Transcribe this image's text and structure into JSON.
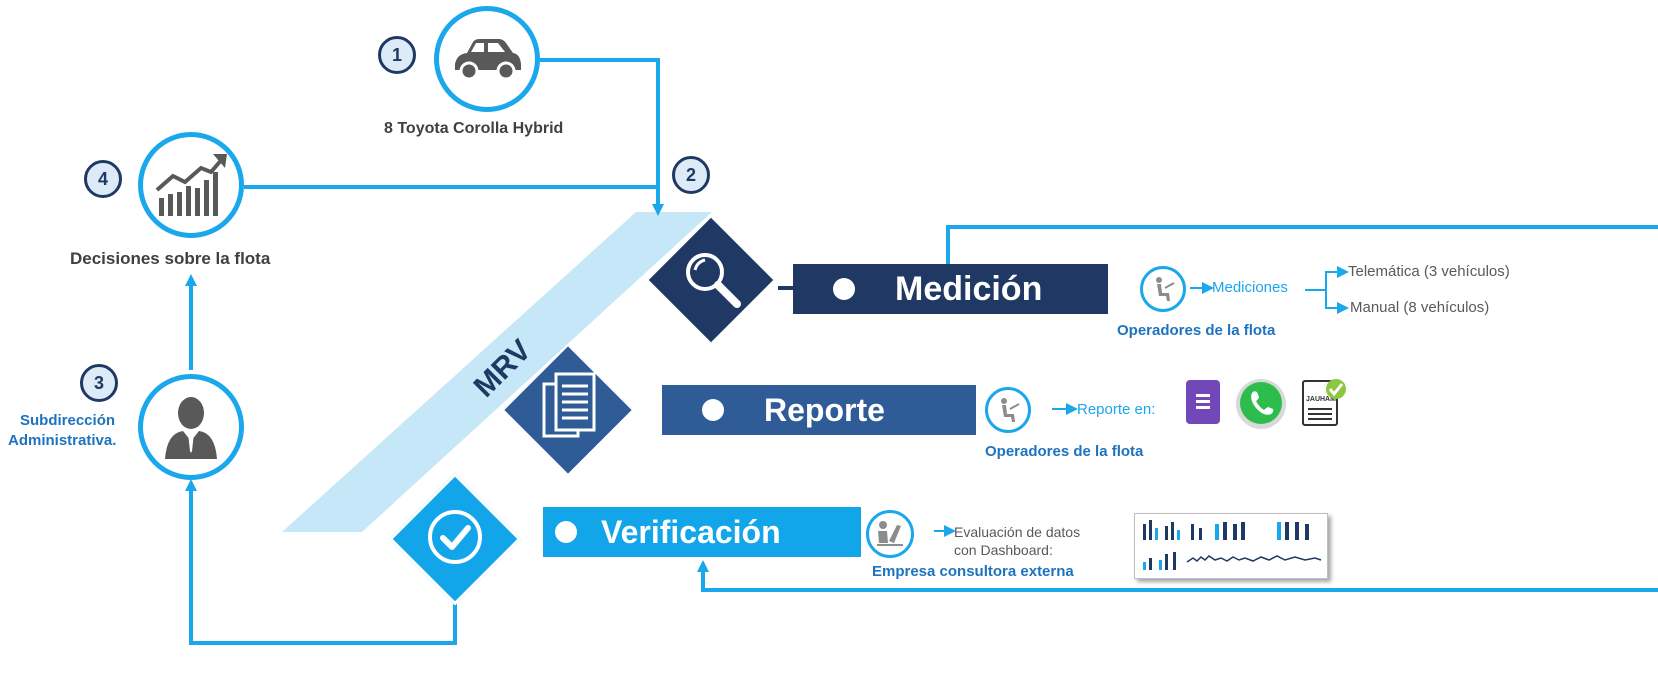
{
  "steps": {
    "step1": {
      "number": "1",
      "label": "8 Toyota Corolla Hybrid",
      "icon": "car-icon"
    },
    "step2": {
      "number": "2"
    },
    "step3": {
      "number": "3",
      "label_line1": "Subdirección",
      "label_line2": "Administrativa.",
      "icon": "person-icon"
    },
    "step4": {
      "number": "4",
      "label": "Decisiones sobre la flota",
      "icon": "growth-chart-icon"
    }
  },
  "mrv": {
    "label": "MRV"
  },
  "medicion": {
    "title": "Medición",
    "icon": "magnifier-icon",
    "operator_label": "Operadores de la flota",
    "mediciones": "Mediciones",
    "telematica": "Telemática  (3 vehículos)",
    "manual": "Manual (8 vehículos)"
  },
  "reporte": {
    "title": "Reporte",
    "icon": "documents-icon",
    "operator_label": "Operadores de la flota",
    "reporte_en": "Reporte en:",
    "form_logo": "forms-icon",
    "whatsapp_logo": "whatsapp-icon",
    "doc_logo_text": "JAUHAM"
  },
  "verificacion": {
    "title": "Verificación",
    "icon": "checkmark-icon",
    "eval_line1": "Evaluación de datos",
    "eval_line2": "con Dashboard:",
    "consultora": "Empresa consultora externa",
    "dashboard": "dashboard-thumbnail"
  },
  "colors": {
    "accent": "#1aa7ec",
    "navy": "#1f3864",
    "medicion_band": "#1f3864",
    "reporte_band": "#2f5c97",
    "verificacion_band": "#12a5ea",
    "mrv_band": "#c6e7f7"
  }
}
